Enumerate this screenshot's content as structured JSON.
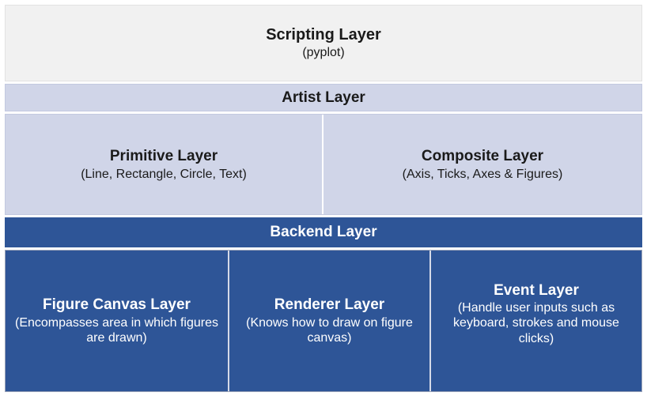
{
  "diagram": {
    "type": "layered-architecture",
    "subject": "Matplotlib architecture layers",
    "colors": {
      "scripting_bg": "#f1f1f1",
      "artist_bg": "#d0d5e8",
      "backend_bg": "#2e5597",
      "dark_text": "#1a1a1a",
      "light_text": "#ffffff",
      "divider": "#ffffff"
    },
    "bands": [
      {
        "id": "scripting",
        "title": "Scripting Layer",
        "subtitle": "(pyplot)"
      },
      {
        "id": "artist",
        "title": "Artist Layer",
        "children": [
          {
            "id": "primitive",
            "title": "Primitive Layer",
            "subtitle": "(Line, Rectangle, Circle, Text)"
          },
          {
            "id": "composite",
            "title": "Composite Layer",
            "subtitle": "(Axis, Ticks, Axes & Figures)"
          }
        ]
      },
      {
        "id": "backend",
        "title": "Backend Layer",
        "children": [
          {
            "id": "figure-canvas",
            "title": "Figure Canvas Layer",
            "subtitle": "(Encompasses area in which figures are drawn)"
          },
          {
            "id": "renderer",
            "title": "Renderer Layer",
            "subtitle": "(Knows how to draw on figure canvas)"
          },
          {
            "id": "event",
            "title": "Event Layer",
            "subtitle": "(Handle user inputs such as keyboard, strokes and mouse clicks)"
          }
        ]
      }
    ]
  }
}
